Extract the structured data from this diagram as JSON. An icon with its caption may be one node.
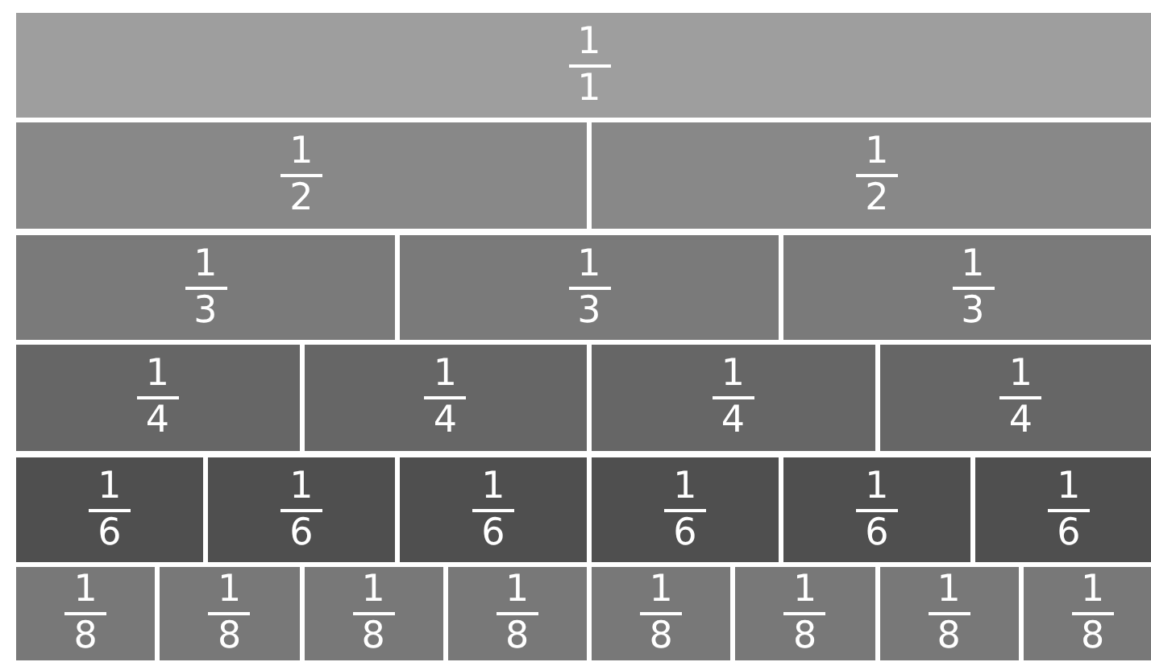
{
  "diagram": {
    "nodes": [
      {
        "text": [
          "1",
          "1"
        ]
      },
      {
        "text": [
          "1",
          "2"
        ]
      },
      {
        "text": [
          "1",
          "2"
        ]
      },
      {
        "text": [
          "1",
          "3"
        ]
      },
      {
        "text": [
          "1",
          "3"
        ]
      },
      {
        "text": [
          "1",
          "3"
        ]
      },
      {
        "text": [
          "1",
          "4"
        ]
      },
      {
        "text": [
          "1",
          "4"
        ]
      },
      {
        "text": [
          "1",
          "4"
        ]
      },
      {
        "text": [
          "1",
          "4"
        ]
      },
      {
        "text": [
          "1",
          "6"
        ]
      },
      {
        "text": [
          "1",
          "6"
        ]
      },
      {
        "text": [
          "1",
          "6"
        ]
      },
      {
        "text": [
          "1",
          "6"
        ]
      },
      {
        "text": [
          "1",
          "6"
        ]
      },
      {
        "text": [
          "1",
          "6"
        ]
      },
      {
        "text": [
          "1",
          "8"
        ]
      },
      {
        "text": [
          "1",
          "8"
        ]
      },
      {
        "text": [
          "1",
          "8"
        ]
      },
      {
        "text": [
          "1",
          "8"
        ]
      },
      {
        "text": [
          "1",
          "8"
        ]
      },
      {
        "text": [
          "1",
          "8"
        ]
      },
      {
        "text": [
          "1",
          "8"
        ]
      },
      {
        "text": [
          "1",
          "8"
        ]
      }
    ]
  }
}
